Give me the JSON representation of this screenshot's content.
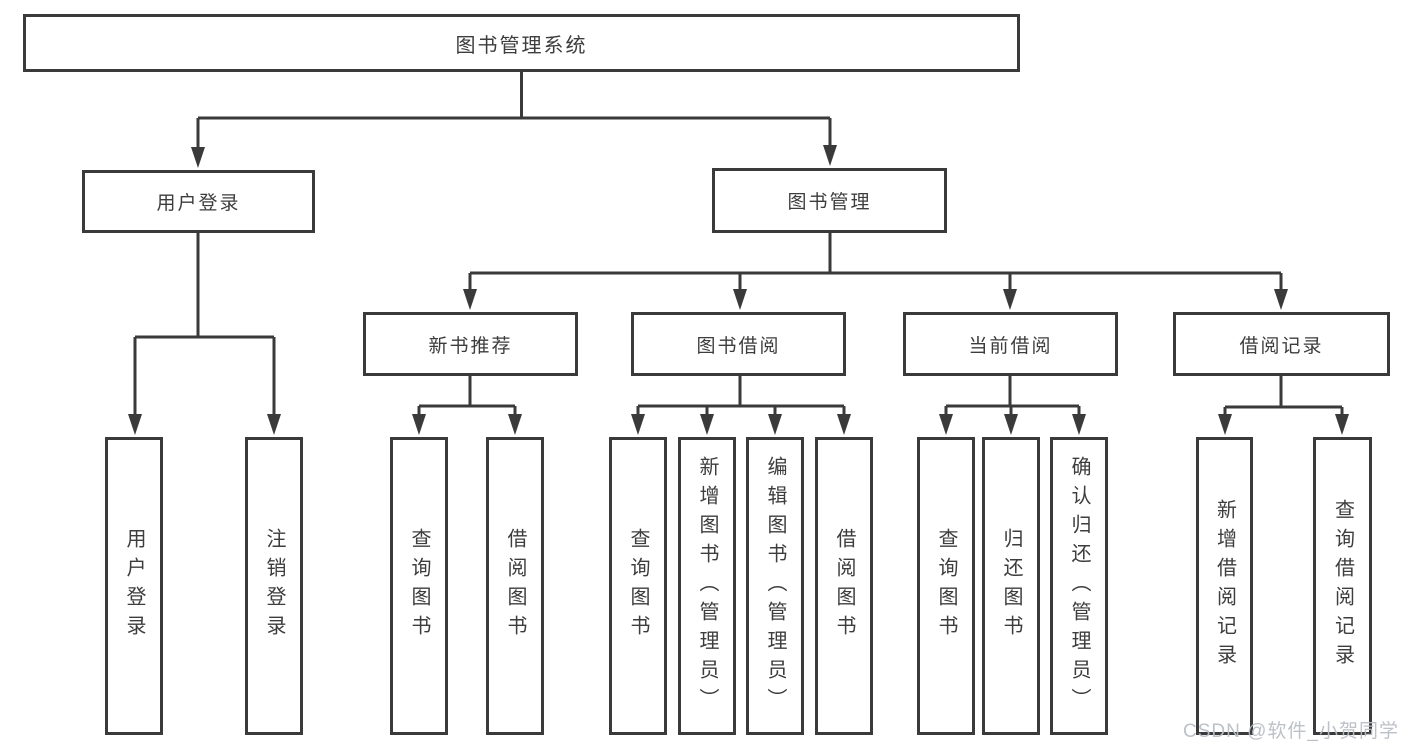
{
  "diagram": {
    "type": "hierarchy-tree",
    "root": {
      "label": "图书管理系统",
      "children": [
        {
          "label": "用户登录",
          "children": [
            {
              "label": "用户登录"
            },
            {
              "label": "注销登录"
            }
          ]
        },
        {
          "label": "图书管理",
          "children": [
            {
              "label": "新书推荐",
              "children": [
                {
                  "label": "查询图书"
                },
                {
                  "label": "借阅图书"
                }
              ]
            },
            {
              "label": "图书借阅",
              "children": [
                {
                  "label": "查询图书"
                },
                {
                  "label": "新增图书（管理员）"
                },
                {
                  "label": "编辑图书（管理员）"
                },
                {
                  "label": "借阅图书"
                }
              ]
            },
            {
              "label": "当前借阅",
              "children": [
                {
                  "label": "查询图书"
                },
                {
                  "label": "归还图书"
                },
                {
                  "label": "确认归还（管理员）"
                }
              ]
            },
            {
              "label": "借阅记录",
              "children": [
                {
                  "label": "新增借阅记录"
                },
                {
                  "label": "查询借阅记录"
                }
              ]
            }
          ]
        }
      ]
    },
    "colors": {
      "line": "#3a3a3a",
      "text": "#3d3d3d",
      "background": "#ffffff"
    }
  },
  "watermark": {
    "text": "CSDN @软件_小贺同学",
    "color": "#b9bec5"
  }
}
